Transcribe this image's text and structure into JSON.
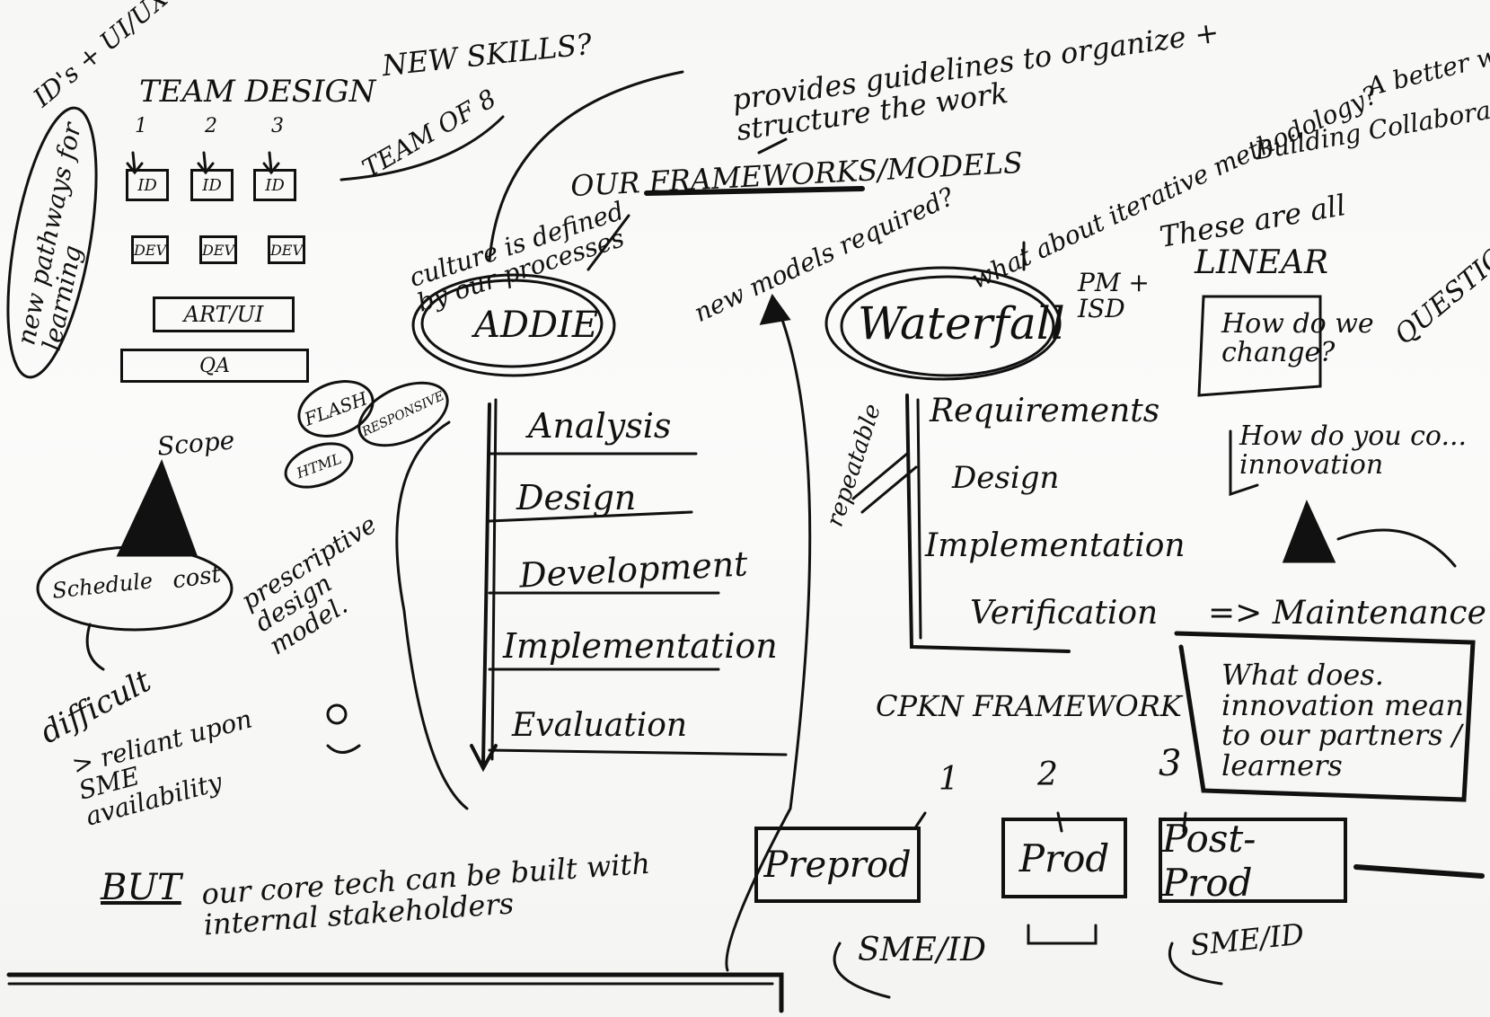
{
  "whiteboard": {
    "corner": {
      "id_ux": "ID's + UI/UX",
      "pathways": "new pathways for learning"
    },
    "team": {
      "title": "TEAM DESIGN",
      "numbers": [
        "1",
        "2",
        "3"
      ],
      "id_boxes": [
        "ID",
        "ID",
        "ID"
      ],
      "dev_boxes": [
        "DEV",
        "DEV",
        "DEV"
      ],
      "art": "ART/UI",
      "qa": "QA"
    },
    "top": {
      "new_skills": "NEW SKILLS?",
      "team_of_8": "TEAM OF 8",
      "guidelines": "provides guidelines to organize + structure the work",
      "better_way": "A better way?",
      "building": "Building Collaboratively",
      "frameworks": "OUR FRAMEWORKS/MODELS",
      "iterative": "what about iterative methodology?"
    },
    "addie": {
      "culture": "culture is defined by our processes",
      "label": "ADDIE",
      "flash": "FLASH",
      "responsive": "RESPONSIVE",
      "html": "HTML",
      "steps": [
        "Analysis",
        "Design",
        "Development",
        "Implementation",
        "Evaluation"
      ]
    },
    "scope": {
      "scope": "Scope",
      "schedule": "Schedule",
      "cost": "cost",
      "difficult": "difficult",
      "reliant": "> reliant upon SME availability",
      "prescriptive": "prescriptive design model."
    },
    "waterfall": {
      "new_models": "new models required?",
      "label": "Waterfall",
      "pm": "PM + ISD",
      "repeatable": "repeatable",
      "linear_note": "These are all",
      "linear": "LINEAR",
      "questions": "QUESTIONS",
      "q1": "How do we change?",
      "q2": "How do you co... innovation",
      "steps": [
        "Requirements",
        "Design",
        "Implementation",
        "Verification"
      ],
      "maintenance": "=> Maintenance",
      "innovation_q": "What does. innovation mean to our partners / learners"
    },
    "cpkn": {
      "title": "CPKN FRAMEWORK",
      "numbers": [
        "1",
        "2",
        "3"
      ],
      "stages": [
        "Preprod",
        "Prod",
        "Post-Prod"
      ],
      "sme_left": "SME/ID",
      "sme_right": "SME/ID"
    },
    "bottom": {
      "but": "BUT",
      "core": "our core tech can be built with internal stakeholders"
    }
  }
}
